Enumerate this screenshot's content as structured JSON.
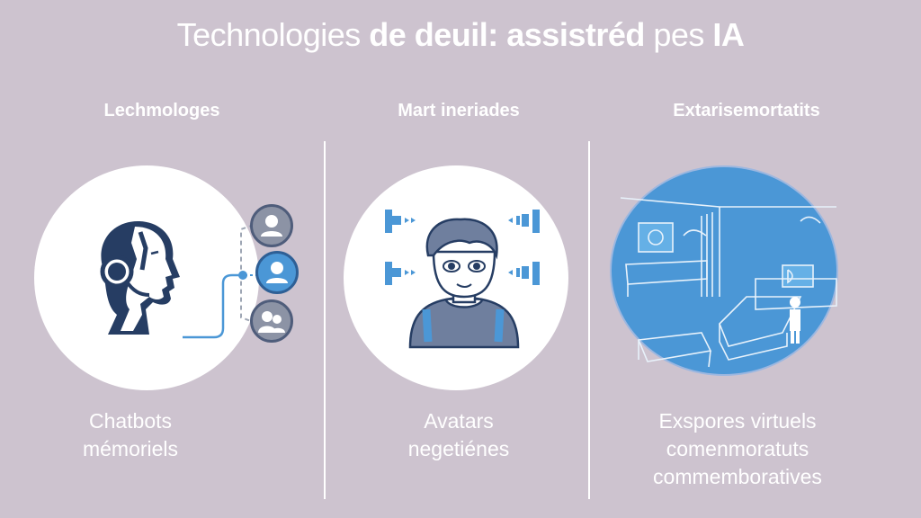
{
  "title": {
    "part1": "Technologies ",
    "part2": "de deuil: assistréd",
    "part3": " pes ",
    "part4": "IA"
  },
  "columns": [
    {
      "heading": "Lechmologes",
      "caption_line1": "Chatbots",
      "caption_line2": "mémoriels",
      "illustration": "ai-head-with-headset-and-contacts",
      "icons": [
        "user-icon",
        "user-icon-active",
        "group-icon"
      ]
    },
    {
      "heading": "Mart ineriades",
      "caption_line1": "Avatars",
      "caption_line2": "negetiénes",
      "illustration": "avatar-portrait-with-signal-indicators"
    },
    {
      "heading": "Extarisemortatits",
      "caption_line1": "Exspores virtuels",
      "caption_line2": "comenmoratuts",
      "caption_line3": "commemboratives",
      "illustration": "virtual-memorial-room"
    }
  ],
  "colors": {
    "background": "#cdc3cf",
    "navy": "#263d63",
    "blue": "#4b97d6",
    "slate": "#7f889b",
    "white": "#ffffff"
  }
}
